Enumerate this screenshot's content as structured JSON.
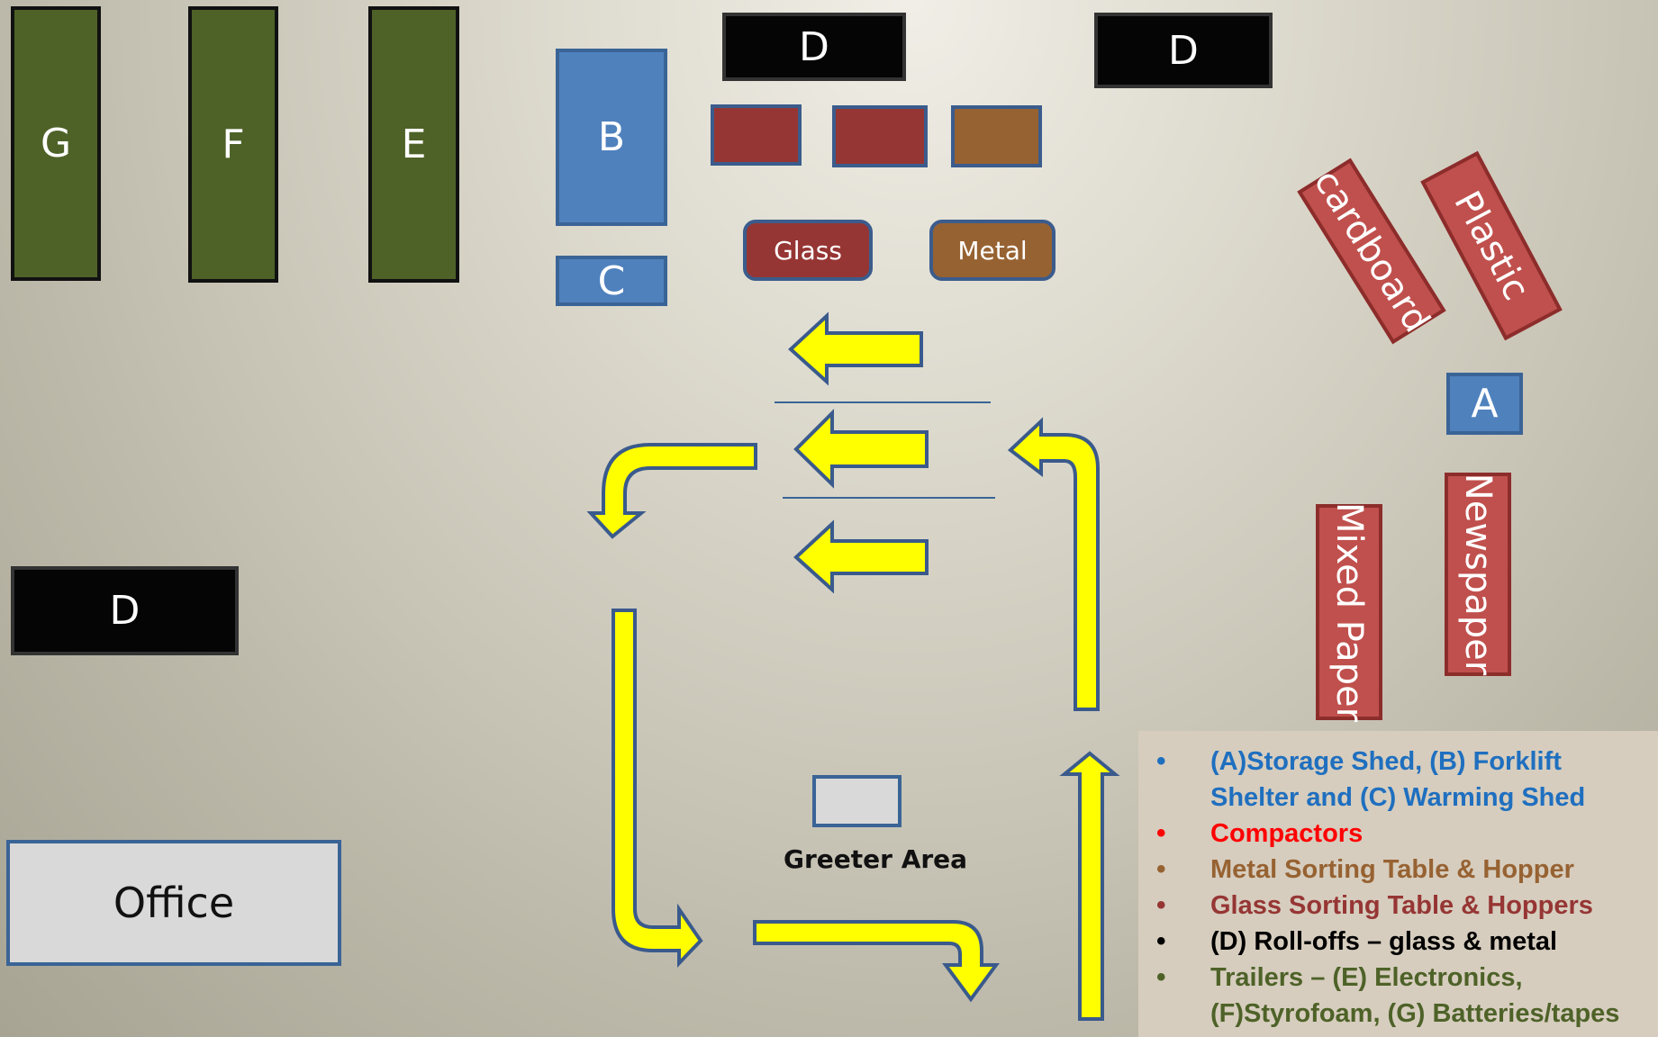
{
  "trailers": [
    {
      "label": "G"
    },
    {
      "label": "F"
    },
    {
      "label": "E"
    }
  ],
  "rolloffs": [
    {
      "label": "D"
    },
    {
      "label": "D"
    },
    {
      "label": "D"
    }
  ],
  "sheds": [
    {
      "label": "B"
    },
    {
      "label": "C"
    },
    {
      "label": "A"
    }
  ],
  "sorting": {
    "glass_label": "Glass",
    "metal_label": "Metal"
  },
  "bins": [
    {
      "label": "cardboard"
    },
    {
      "label": "Plastic"
    },
    {
      "label": "Mixed Paper"
    },
    {
      "label": "Newspaper"
    }
  ],
  "office": {
    "label": "Office"
  },
  "greeter": {
    "label": "Greeter Area"
  },
  "legend": [
    {
      "text": "(A)Storage Shed, (B) Forklift Shelter and (C) Warming Shed",
      "color": "#1f6fbf"
    },
    {
      "text": "Compactors",
      "color": "#ff0000"
    },
    {
      "text": "Metal Sorting Table & Hopper",
      "color": "#976232"
    },
    {
      "text": "Glass Sorting Table & Hoppers",
      "color": "#963634"
    },
    {
      "text": "(D) Roll-offs – glass & metal",
      "color": "#000000"
    },
    {
      "text": "Trailers – (E) Electronics, (F)Styrofoam, (G) Batteries/tapes",
      "color": "#4e6228"
    }
  ],
  "colors": {
    "trailer": "#4e6228",
    "compactor": "#963634",
    "hopper": "#976232",
    "shed": "#4f81bd",
    "bin": "#c0504d",
    "arrow_fill": "#ffff00",
    "arrow_outline": "#3a5a8c"
  }
}
